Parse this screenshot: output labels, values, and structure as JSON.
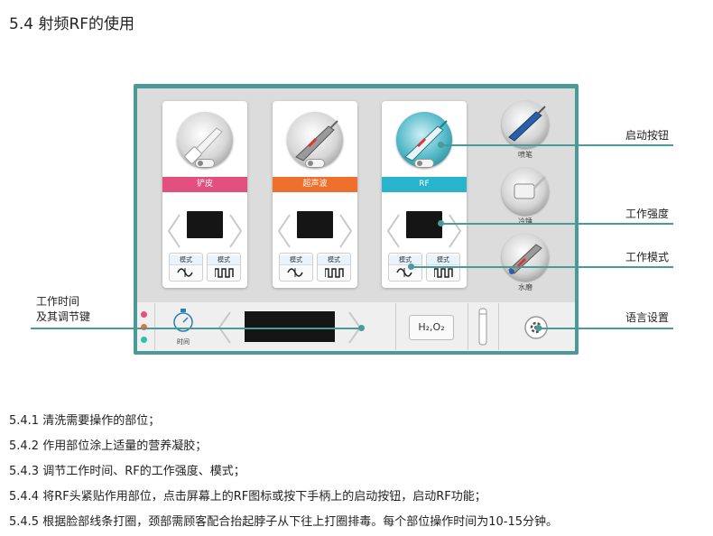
{
  "section_title": "5.4 射频RF的使用",
  "cards": [
    {
      "label": "铲皮",
      "color": "#e3507f",
      "mode1": "模式",
      "mode2": "模式"
    },
    {
      "label": "超声波",
      "color": "#ef6f2d",
      "mode1": "模式",
      "mode2": "模式"
    },
    {
      "label": "RF",
      "color": "#27b4cc",
      "mode1": "模式",
      "mode2": "模式"
    }
  ],
  "side_tools": [
    {
      "label": "喷笔"
    },
    {
      "label": "冷锤"
    },
    {
      "label": "水磨"
    }
  ],
  "bottom": {
    "timer_label": "时间",
    "h2o2_label": "H₂,O₂"
  },
  "status_dot_colors": [
    "#e3507f",
    "#ef6f2d",
    "#2ac1a8"
  ],
  "callouts": {
    "start_button": "启动按钮",
    "work_intensity": "工作强度",
    "work_mode": "工作模式",
    "language": "语言设置",
    "work_time_line1": "工作时间",
    "work_time_line2": "及其调节键"
  },
  "steps": [
    "5.4.1 清洗需要操作的部位；",
    "5.4.2 作用部位涂上适量的营养凝胶；",
    "5.4.3 调节工作时间、RF的工作强度、模式；",
    "5.4.4 将RF头紧贴作用部位，点击屏幕上的RF图标或按下手柄上的启动按钮，启动RF功能；",
    "5.4.5 根据脸部线条打圈，颈部需顾客配合抬起脖子从下往上打圈排毒。每个部位操作时间为10-15分钟。"
  ]
}
